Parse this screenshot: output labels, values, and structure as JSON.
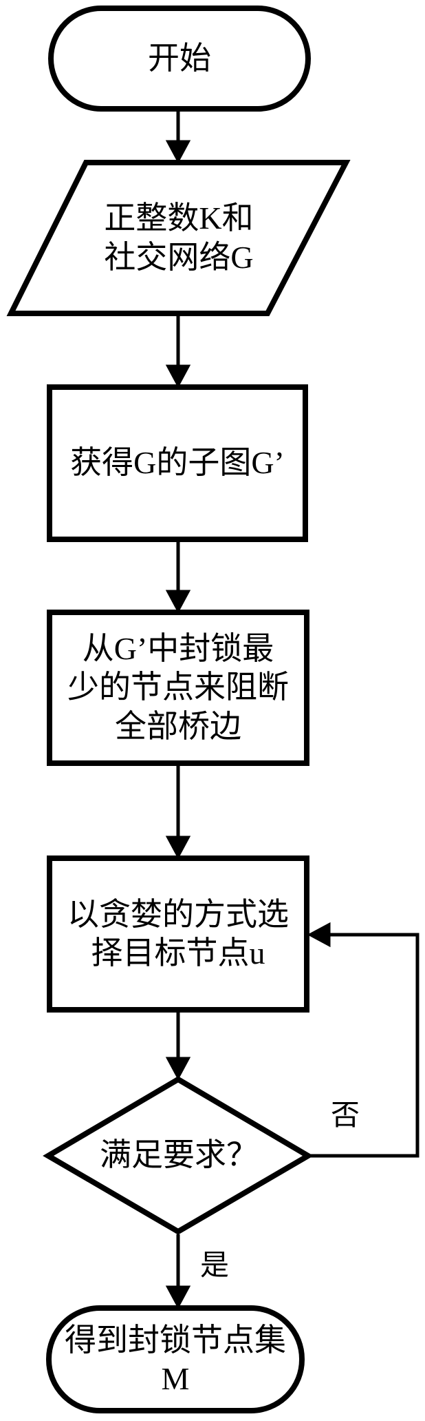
{
  "flowchart": {
    "title": "blocking-node-selection-flowchart",
    "colors": {
      "stroke": "#000000",
      "background": "#ffffff"
    },
    "nodes": {
      "start": {
        "type": "terminator",
        "label": "开始"
      },
      "input": {
        "type": "input-parallelogram",
        "line1": "正整数K和",
        "line2": "社交网络G"
      },
      "proc1": {
        "type": "process",
        "label": "获得G的子图G’"
      },
      "proc2": {
        "type": "process",
        "line1": "从G’中封锁最",
        "line2": "少的节点来阻断",
        "line3": "全部桥边"
      },
      "proc3": {
        "type": "process",
        "line1": "以贪婪的方式选",
        "line2": "择目标节点u"
      },
      "decision": {
        "type": "decision",
        "label": "满足要求？"
      },
      "end": {
        "type": "terminator",
        "line1": "得到封锁节点集",
        "line2": "M"
      }
    },
    "edges": {
      "yes_label": "是",
      "no_label": "否"
    }
  }
}
